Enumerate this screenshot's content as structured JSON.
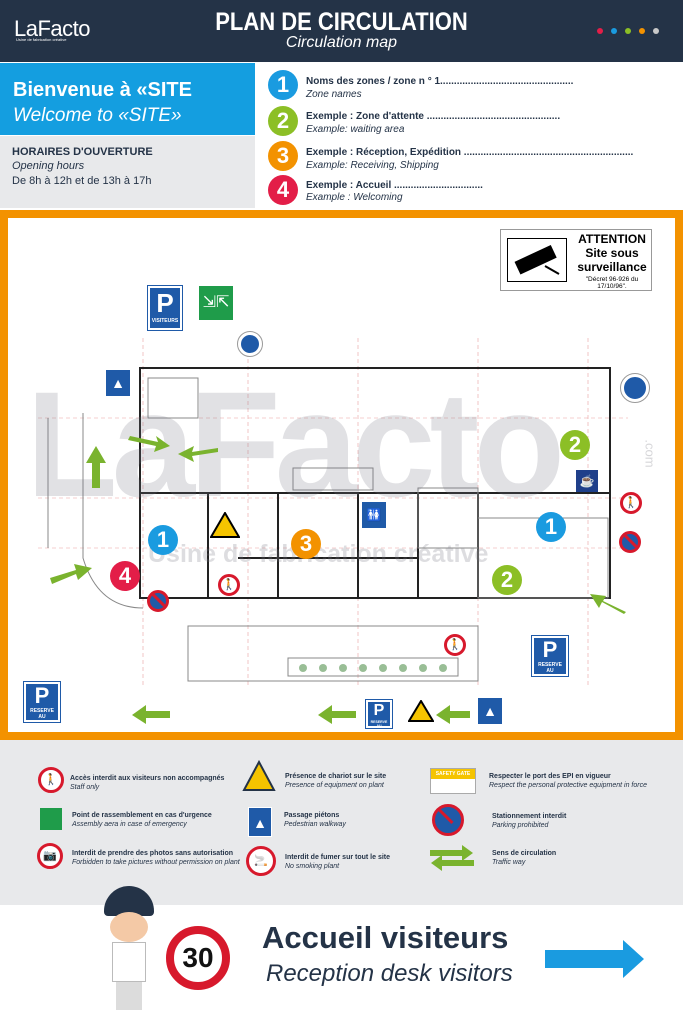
{
  "header": {
    "logo": "LaFacto",
    "logo_tagline": "Usine de fabrication créative",
    "title": "PLAN DE CIRCULATION",
    "subtitle": "Circulation map",
    "dot_colors": [
      "#e31e48",
      "#1a9be0",
      "#8cbf26",
      "#f39200",
      "#c8c8c8"
    ]
  },
  "welcome": {
    "title": "Bienvenue à «SITE",
    "subtitle": "Welcome to «SITE»"
  },
  "hours": {
    "title": "HORAIRES D'OUVERTURE",
    "subtitle": "Opening  hours",
    "value": "De 8h à 12h et de 13h à 17h"
  },
  "zones": [
    {
      "number": "1",
      "color": "#1a9be0",
      "label": "Noms des zones /    zone n ° 1................................................",
      "sub": "Zone names"
    },
    {
      "number": "2",
      "color": "#8cbf26",
      "label": "Exemple : Zone d'attente ................................................",
      "sub": "Example: waiting area"
    },
    {
      "number": "3",
      "color": "#f39200",
      "label": "Exemple : Réception, Expédition .............................................................",
      "sub": "Example: Receiving, Shipping"
    },
    {
      "number": "4",
      "color": "#e31e48",
      "label": "Exemple : Accueil ................................",
      "sub": "Example : Welcoming"
    }
  ],
  "map": {
    "attention": {
      "title": "ATTENTION",
      "line1": "Site sous",
      "line2": "surveillance",
      "decree": "\"Décret 96-926 du 17/10/96\"."
    },
    "parking_visitors": {
      "letter": "P",
      "label": "VISITEURS"
    },
    "parking_reserved": {
      "letter": "P",
      "label": "RESERVE AU PERSONNEL"
    },
    "watermark": "LaFacto",
    "watermark_sub": "Usine de fabrication créative",
    "watermark_com": ".com"
  },
  "legend": [
    {
      "title": "Accès interdit aux visiteurs non accompagnés",
      "sub": "Staff only",
      "icon": "no-pedestrian-icon"
    },
    {
      "title": "Présence de chariot sur le site",
      "sub": "Presence of equipment on plant",
      "icon": "forklift-warning-icon"
    },
    {
      "title": "Respecter le port des EPI en vigueur",
      "sub": "Respect the personal protective equipment in force",
      "icon": "safety-gate-icon",
      "badge": "SAFETY GATE"
    },
    {
      "title": "Point de rassemblement en cas d'urgence",
      "sub": "Assembly aera in case of emergency",
      "icon": "assembly-point-icon"
    },
    {
      "title": "Passage piétons",
      "sub": "Pedestrian walkway",
      "icon": "pedestrian-crossing-icon"
    },
    {
      "title": "Stationnement interdit",
      "sub": "Parking prohibited",
      "icon": "no-parking-icon"
    },
    {
      "title": "Interdit de prendre des photos sans autorisation",
      "sub": "Forbidden to take pictures without permission on plant",
      "icon": "no-photo-icon"
    },
    {
      "title": "Interdit de fumer sur tout le site",
      "sub": "No smoking plant",
      "icon": "no-smoking-icon"
    },
    {
      "title": "Sens de circulation",
      "sub": "Traffic way",
      "icon": "traffic-arrows-icon"
    }
  ],
  "footer": {
    "speed_limit": "30",
    "title": "Accueil visiteurs",
    "subtitle": "Reception desk visitors",
    "arrow_color": "#1a9be0"
  }
}
